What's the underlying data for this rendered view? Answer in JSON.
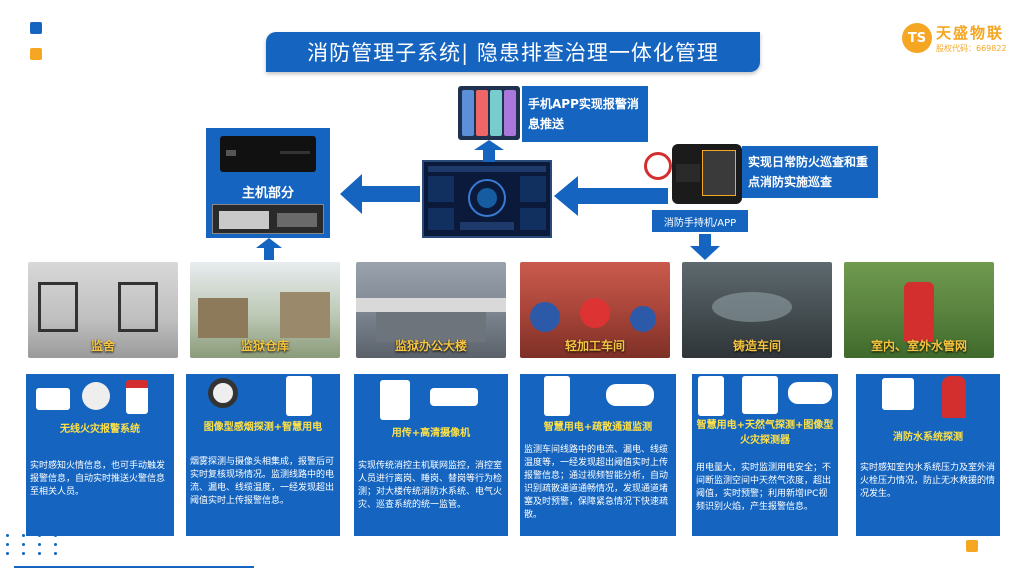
{
  "colors": {
    "primary": "#1565c0",
    "accent": "#f5a623",
    "title_text": "#fde047"
  },
  "header": {
    "title": "消防管理子系统| 隐患排查治理一体化管理"
  },
  "logo": {
    "mark": "TS",
    "name": "天盛物联",
    "code": "股权代码：669822"
  },
  "top_panels": {
    "app_push": "手机APP实现报警消息推送",
    "host": "主机部分",
    "patrol": "实现日常防火巡查和重点消防实施巡查",
    "handheld": "消防手持机/APP"
  },
  "locations": [
    {
      "label": "监舍",
      "icon": "dormitory-photo"
    },
    {
      "label": "监狱仓库",
      "icon": "warehouse-photo"
    },
    {
      "label": "监狱办公大楼",
      "icon": "office-building-photo"
    },
    {
      "label": "轻加工车间",
      "icon": "light-workshop-photo"
    },
    {
      "label": "铸造车间",
      "icon": "foundry-photo"
    },
    {
      "label": "室内、室外水管网",
      "icon": "hydrant-photo"
    }
  ],
  "cards": [
    {
      "title": "无线火灾报警系统",
      "desc": "实时感知火情信息，也可手动触发报警信息，自动实时推送火警信息至相关人员。"
    },
    {
      "title": "图像型感烟探测+智慧用电",
      "desc": "烟雾探测与摄像头相集成，报警后可实时复核现场情况。监测线路中的电流、漏电、线缆温度，一经发现超出阈值实时上传报警信息。"
    },
    {
      "title": "用传+高清摄像机",
      "desc": "实现传统消控主机联网监控，消控室人员进行离岗、睡岗、替岗等行为检测；对大楼传统消防水系统、电气火灾、巡查系统的统一监管。"
    },
    {
      "title": "智慧用电+疏散通道监测",
      "desc": "监测车间线路中的电流、漏电、线缆温度等，一经发现超出阈值实时上传报警信息；通过视频智能分析，自动识别疏散通道通畅情况，发现通道堵塞及时预警，保障紧急情况下快速疏散。"
    },
    {
      "title": "智慧用电+天然气探测+图像型火灾探测器",
      "desc": "用电量大，实时监测用电安全；不间断监测空间中天然气浓度，超出阈值，实时预警；利用新增IPC视频识别火焰，产生报警信息。"
    },
    {
      "title": "消防水系统探测",
      "desc": "实时感知室内水系统压力及室外消火栓压力情况，防止无水救援的情况发生。"
    }
  ]
}
